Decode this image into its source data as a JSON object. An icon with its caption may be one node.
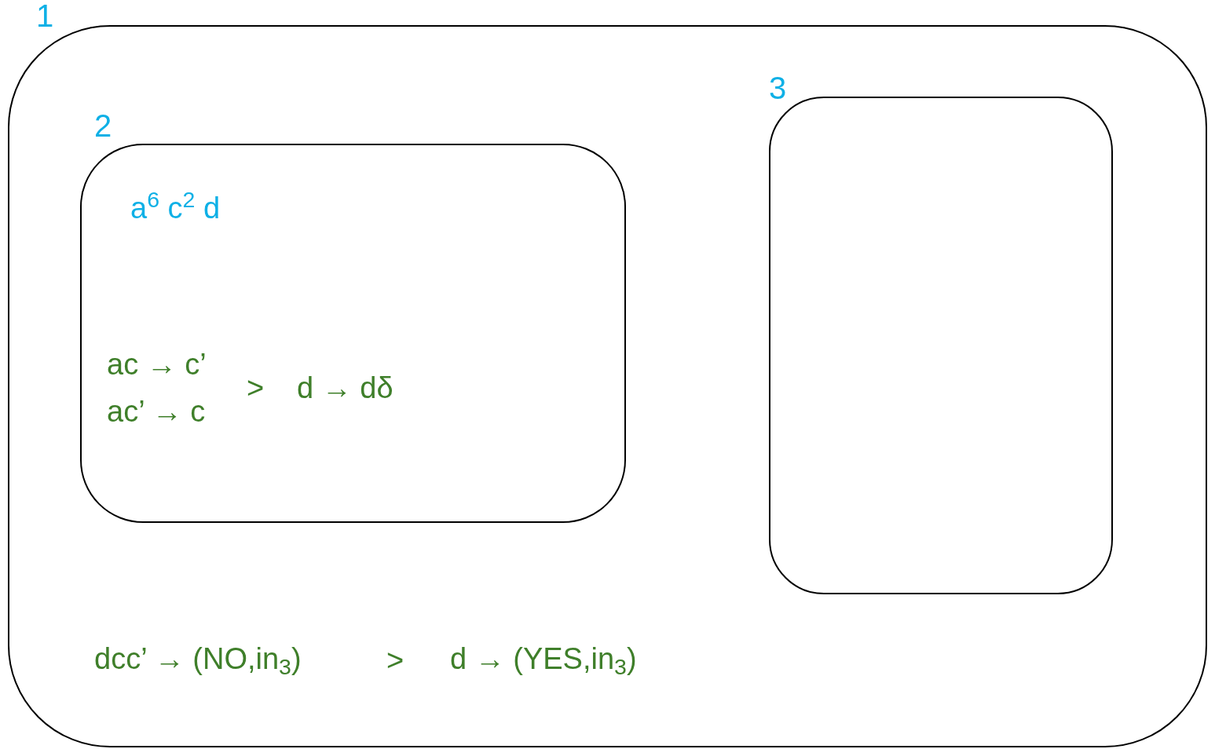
{
  "diagram": {
    "nodes": [
      {
        "text": [
          "1",
          "dcc’ → (NO,in$_{3}$)",
          ">",
          "d → (YES,in$_{3}$)"
        ]
      },
      {
        "text": [
          "2",
          "a$^{6}$ c$^{2}$ d",
          "ac → c’",
          "ac’ → c",
          ">",
          "d → dδ"
        ],
        "in": 0
      },
      {
        "text": [
          "3"
        ],
        "in": 0
      }
    ]
  }
}
